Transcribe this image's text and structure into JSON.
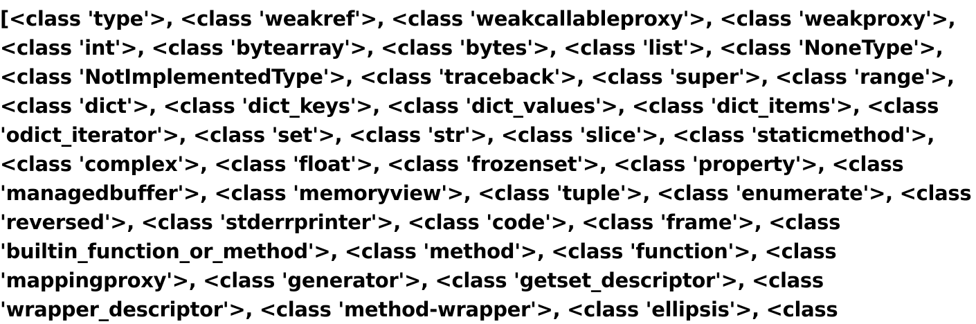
{
  "output": {
    "lines": [
      "[<class 'type'>, <class 'weakref'>, <class 'weakcallableproxy'>, <class 'weakproxy'>,",
      "<class 'int'>, <class 'bytearray'>, <class 'bytes'>, <class 'list'>, <class 'NoneType'>,",
      "<class 'NotImplementedType'>, <class 'traceback'>, <class 'super'>, <class 'range'>,",
      "<class 'dict'>, <class 'dict_keys'>, <class 'dict_values'>, <class 'dict_items'>, <class",
      "'odict_iterator'>, <class 'set'>, <class 'str'>, <class 'slice'>, <class 'staticmethod'>,",
      "<class 'complex'>, <class 'float'>, <class 'frozenset'>, <class 'property'>, <class",
      "'managedbuffer'>, <class 'memoryview'>, <class 'tuple'>, <class 'enumerate'>, <class",
      "'reversed'>, <class 'stderrprinter'>, <class 'code'>, <class 'frame'>, <class",
      "'builtin_function_or_method'>, <class 'method'>, <class 'function'>, <class",
      "'mappingproxy'>, <class 'generator'>, <class 'getset_descriptor'>, <class",
      "'wrapper_descriptor'>, <class 'method-wrapper'>, <class 'ellipsis'>, <class"
    ]
  }
}
